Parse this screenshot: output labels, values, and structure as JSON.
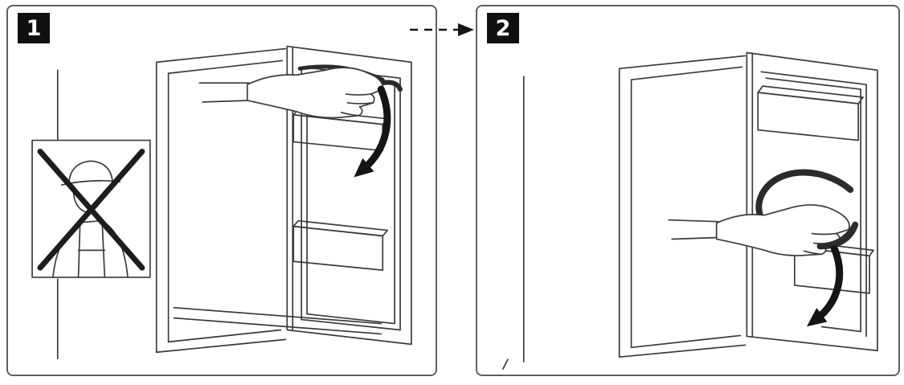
{
  "panels": [
    {
      "step_number": "1",
      "alt": "Open refrigerator door; a hand grips and peels the door gasket from the top corner; thick arrow curves downward; inset shows a service technician crossed out",
      "icons": [
        "no-technician-icon",
        "hand-icon",
        "curved-down-arrow-icon",
        "door-gasket-icon"
      ]
    },
    {
      "step_number": "2",
      "alt": "Open refrigerator door; a hand pulls the loosened gasket loop away from the middle of the door; thick arrow curves downward",
      "icons": [
        "hand-icon",
        "gasket-loop-icon",
        "curved-down-arrow-icon"
      ]
    }
  ],
  "connector": {
    "icon": "dashed-right-arrow-icon"
  },
  "colors": {
    "line": "#3a3a3a",
    "heavy": "#151515",
    "gasket": "#2b2b2b",
    "badge_bg": "#101010",
    "badge_text": "#ffffff",
    "panel_border": "#5f5f5f"
  }
}
